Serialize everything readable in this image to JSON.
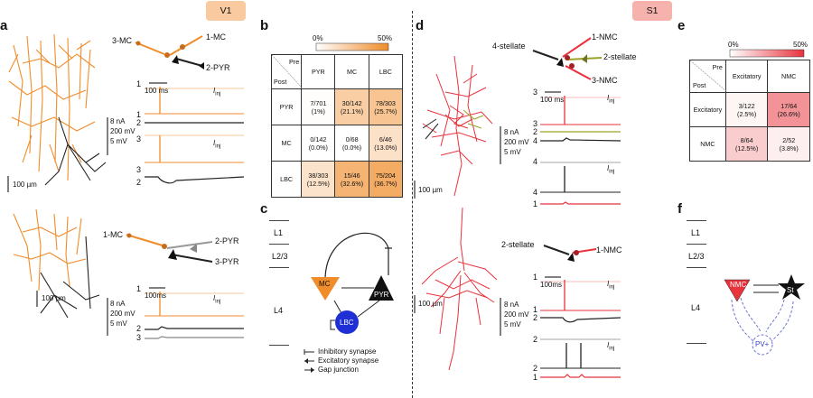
{
  "headers": {
    "left_region": "V1",
    "right_region": "S1"
  },
  "panels": {
    "a": "a",
    "b": "b",
    "c": "c",
    "d": "d",
    "e": "e",
    "f": "f"
  },
  "panel_a": {
    "top": {
      "cells": [
        "3-MC",
        "1-MC",
        "2-PYR"
      ],
      "trace_labels": [
        "1",
        "1",
        "2",
        "3",
        "3",
        "2"
      ],
      "time_scale": "100 ms",
      "iinj": "Iinj",
      "scales": [
        "8 nA",
        "200 mV",
        "5 mV"
      ],
      "morph_scale": "100 µm"
    },
    "bottom": {
      "cells": [
        "1-MC",
        "2-PYR",
        "3-PYR"
      ],
      "trace_labels": [
        "1",
        "2",
        "3"
      ],
      "time_scale": "100ms",
      "iinj": "Iinj",
      "scales": [
        "8 nA",
        "200 mV",
        "5 mV"
      ],
      "morph_scale": "100 µm"
    }
  },
  "panel_b": {
    "colorbar_min": "0%",
    "colorbar_max": "50%",
    "corner_pre": "Pre",
    "corner_post": "Post",
    "columns": [
      "PYR",
      "MC",
      "LBC"
    ],
    "rows": [
      {
        "label": "PYR",
        "cells": [
          "7/701\n(1%)",
          "30/142\n(21.1%)",
          "78/303\n(25.7%)"
        ],
        "pct": [
          1.0,
          21.1,
          25.7
        ]
      },
      {
        "label": "MC",
        "cells": [
          "0/142\n(0.0%)",
          "0/68\n(0.0%)",
          "6/46\n(13.0%)"
        ],
        "pct": [
          0.0,
          0.0,
          13.0
        ]
      },
      {
        "label": "LBC",
        "cells": [
          "38/303\n(12.5%)",
          "15/46\n(32.6%)",
          "75/204\n(36.7%)"
        ],
        "pct": [
          12.5,
          32.6,
          36.7
        ]
      }
    ],
    "color": "#f08c2a"
  },
  "panel_c": {
    "layers": [
      "L1",
      "L2/3",
      "L4"
    ],
    "nodes": [
      "MC",
      "PYR",
      "LBC"
    ],
    "legend": [
      "Inhibitory synapse",
      "Excitatory synapse",
      "Gap junction"
    ]
  },
  "panel_d": {
    "top": {
      "cells": [
        "4-stellate",
        "1-NMC",
        "2-stellate",
        "3-NMC"
      ],
      "trace_labels": [
        "3",
        "3",
        "2",
        "4",
        "4",
        "4",
        "1"
      ],
      "time_scale": "100 ms",
      "iinj": "Iinj",
      "scales": [
        "8 nA",
        "200 mV",
        "5 mV"
      ],
      "morph_scale": "100 µm"
    },
    "bottom": {
      "cells": [
        "2-stellate",
        "1-NMC"
      ],
      "trace_labels": [
        "1",
        "1",
        "2",
        "2",
        "2",
        "1"
      ],
      "time_scale": "100ms",
      "iinj": "Iinj",
      "scales": [
        "8 nA",
        "200 mV",
        "5 mV"
      ],
      "morph_scale": "100 µm"
    }
  },
  "panel_e": {
    "colorbar_min": "0%",
    "colorbar_max": "50%",
    "corner_pre": "Pre",
    "corner_post": "Post",
    "columns": [
      "Excitatory",
      "NMC"
    ],
    "rows": [
      {
        "label": "Excitatory",
        "cells": [
          "3/122\n(2.5%)",
          "17/64\n(26.6%)"
        ],
        "pct": [
          2.5,
          26.6
        ]
      },
      {
        "label": "NMC",
        "cells": [
          "8/64\n(12.5%)",
          "2/52\n(3.8%)"
        ],
        "pct": [
          12.5,
          3.8
        ]
      }
    ],
    "color": "#e8323c"
  },
  "panel_f": {
    "layers": [
      "L1",
      "L2/3",
      "L4"
    ],
    "nodes": [
      "NMC",
      "St",
      "PV+"
    ]
  },
  "colors": {
    "v1_tag": "#f9c9a0",
    "s1_tag": "#f6b2ad",
    "orange": "#f08c2a",
    "red": "#e8323c",
    "blue": "#1f2fd6",
    "olive": "#9aa228"
  }
}
